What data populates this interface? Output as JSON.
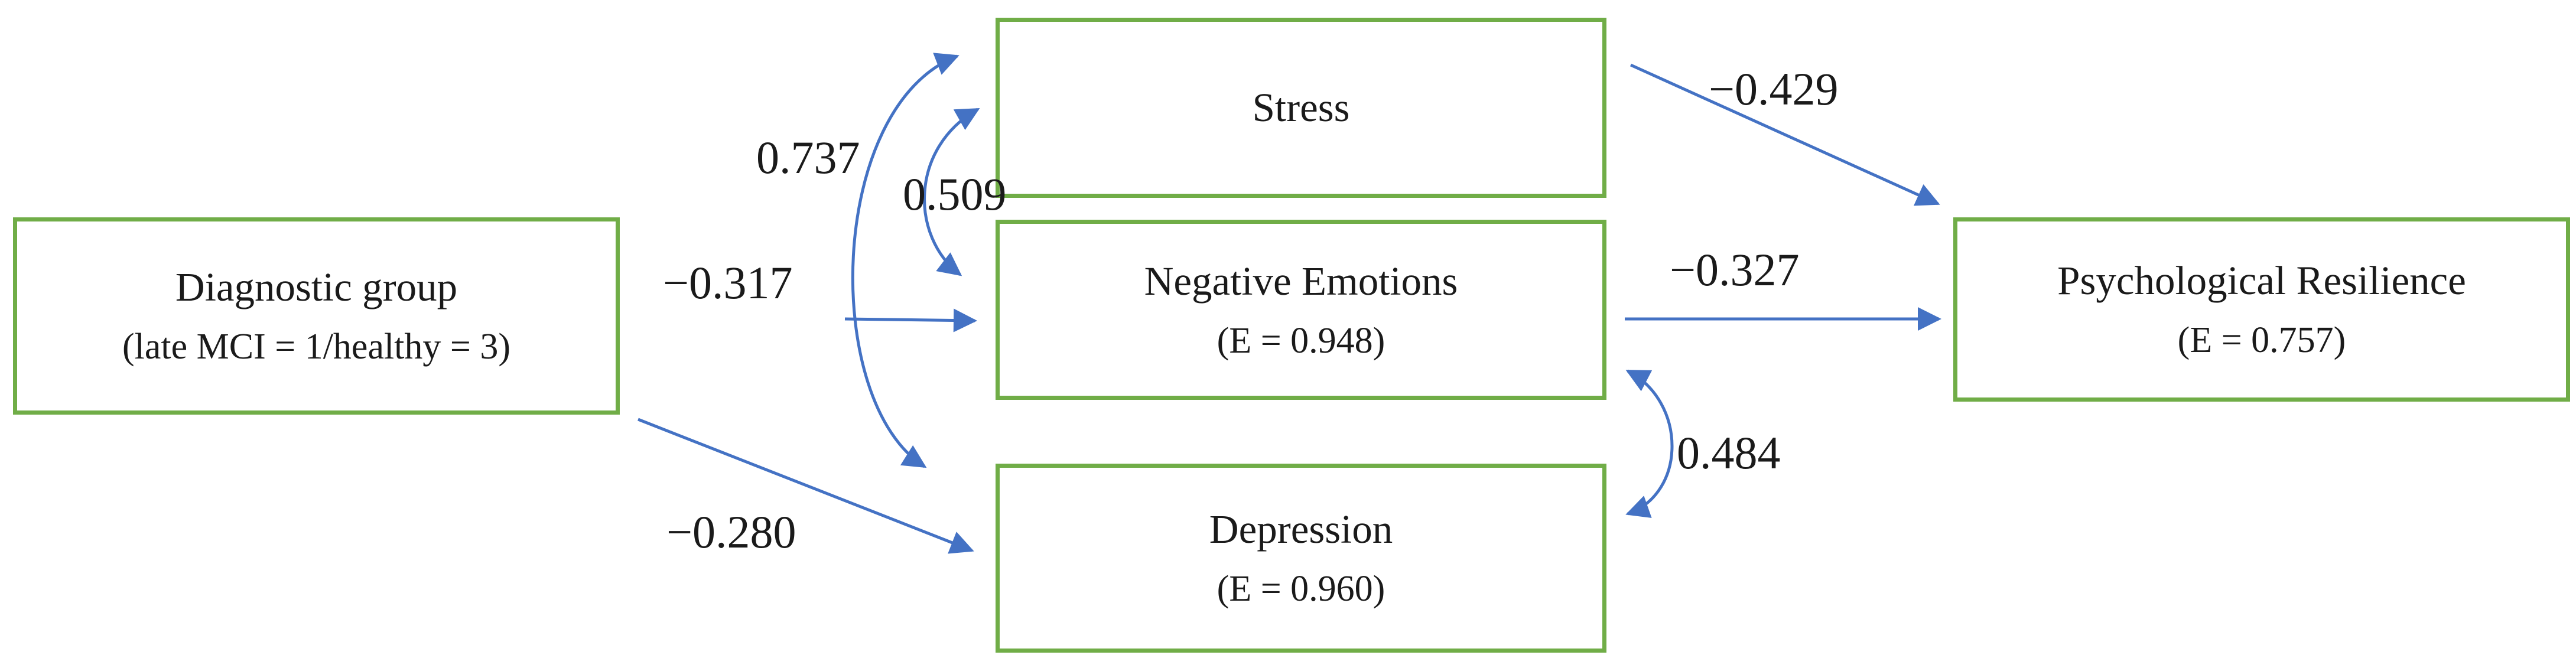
{
  "nodes": {
    "diagnostic": {
      "title": "Diagnostic group",
      "subtitle": "(late MCI = 1/healthy = 3)"
    },
    "stress": {
      "title": "Stress"
    },
    "negative": {
      "title": "Negative Emotions",
      "subtitle": "(E = 0.948)"
    },
    "depression": {
      "title": "Depression",
      "subtitle": "(E = 0.960)"
    },
    "resilience": {
      "title": "Psychological Resilience",
      "subtitle": "(E = 0.757)"
    }
  },
  "coefficients": {
    "stress_depression_cov": "0.737",
    "stress_negative_cov": "0.509",
    "diagnostic_to_negative": "−0.317",
    "diagnostic_to_depression": "−0.280",
    "stress_to_resilience": "−0.429",
    "negative_to_resilience": "−0.327",
    "negative_depression_cov": "0.484"
  },
  "colors": {
    "box_border": "#70ad47",
    "arrow": "#4472c4",
    "text": "#1a1a1a"
  }
}
